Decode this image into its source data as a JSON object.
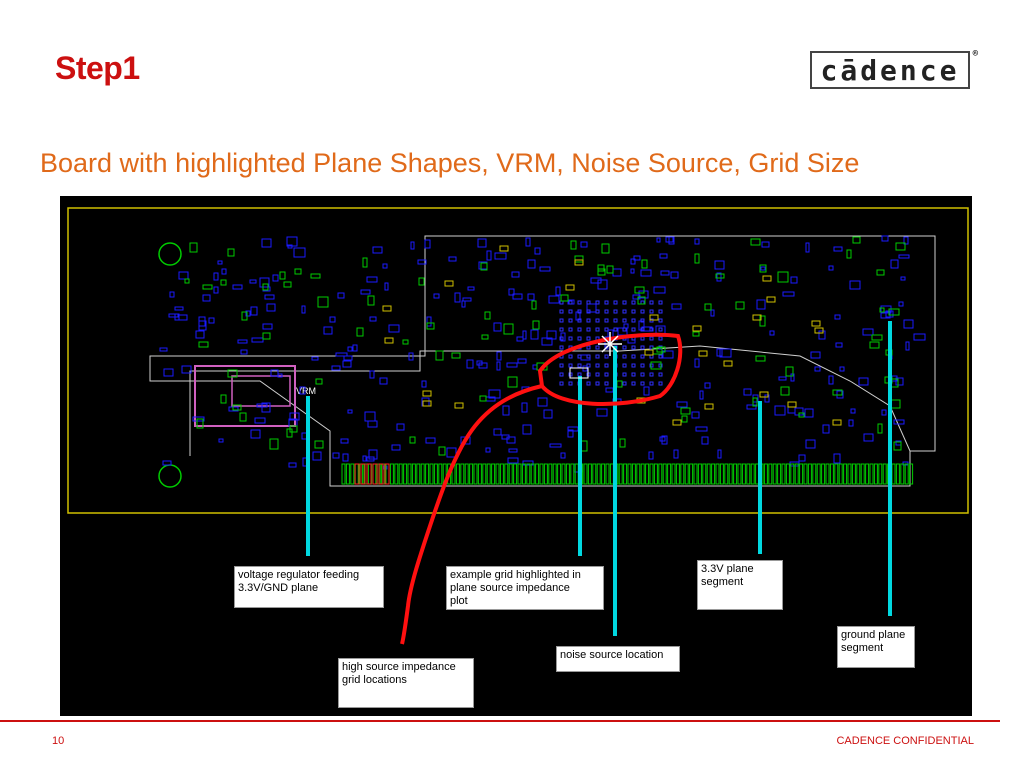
{
  "slide": {
    "title": "Step1",
    "subtitle": "Board with highlighted Plane Shapes, VRM, Noise Source, Grid Size",
    "logo_text": "cādence",
    "logo_mark": "®"
  },
  "board": {
    "vrm_label": "VRM",
    "callouts": {
      "vrm": "voltage regulator feeding\n3.3V/GND plane",
      "grid_example": "example grid highlighted in\nplane source impedance\nplot",
      "plane_33v": "3.3V plane\nsegment",
      "ground_plane": "ground plane\nsegment",
      "noise_source": "noise source location",
      "high_impedance": "high source  impedance\ngrid locations"
    },
    "colors": {
      "background": "#000000",
      "outline": "#d0c000",
      "traces": "#1a1aff",
      "pads": "#00cc00",
      "markers": "#00d8e0",
      "highlight": "#ff1010"
    }
  },
  "footer": {
    "page_number": "10",
    "confidential": "CADENCE CONFIDENTIAL"
  }
}
